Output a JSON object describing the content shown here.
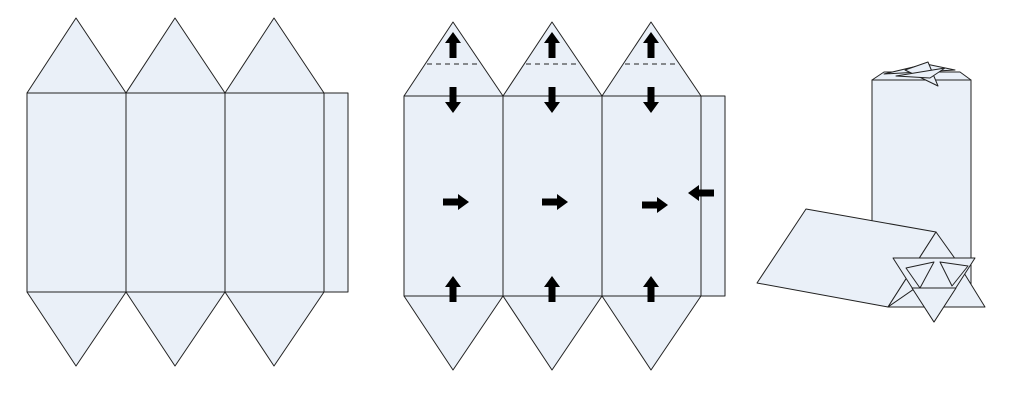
{
  "figure": {
    "face_color": "#eaf0f8",
    "line_color": "#222222",
    "arrow_color": "#000000",
    "background": "#ffffff",
    "panels": [
      {
        "id": "flat-net",
        "description_visible": false
      },
      {
        "id": "folding-instructions",
        "description_visible": false
      },
      {
        "id": "assembled-prisms",
        "description_visible": false
      }
    ],
    "arrow_directions": {
      "top_tips": [
        "up",
        "up",
        "up"
      ],
      "top_folds": [
        "down",
        "down",
        "down"
      ],
      "middle": [
        "right",
        "right",
        "right"
      ],
      "glue_flap": "left",
      "bottom_folds": [
        "up",
        "up",
        "up"
      ]
    }
  }
}
